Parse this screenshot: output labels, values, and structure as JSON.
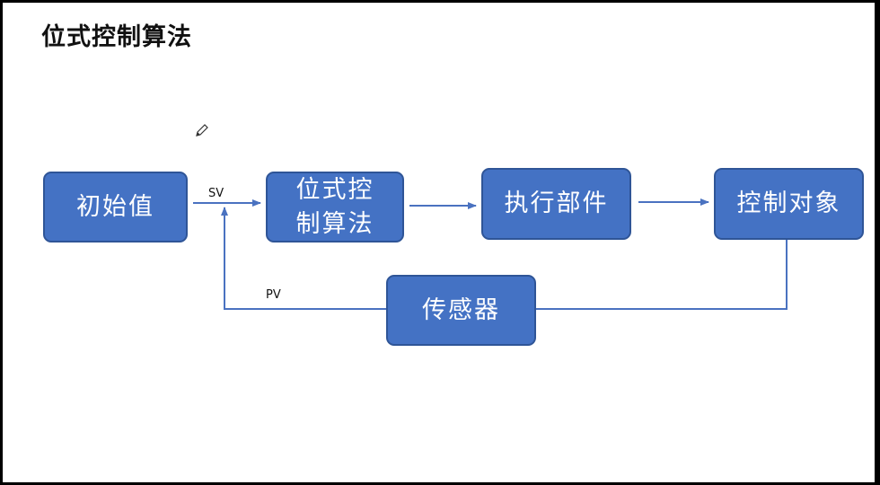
{
  "slide": {
    "title": "位式控制算法"
  },
  "diagram": {
    "nodes": {
      "initial_value": "初始值",
      "algorithm": "位式控制算法",
      "actuator": "执行部件",
      "controlled_object": "控制对象",
      "sensor": "传感器"
    },
    "edge_labels": {
      "sv": "SV",
      "pv": "PV"
    },
    "colors": {
      "box_fill": "#4472c4",
      "box_border": "#2f5597",
      "line": "#4a72c0"
    },
    "icons": {
      "cursor": "pencil-cursor-icon"
    }
  }
}
